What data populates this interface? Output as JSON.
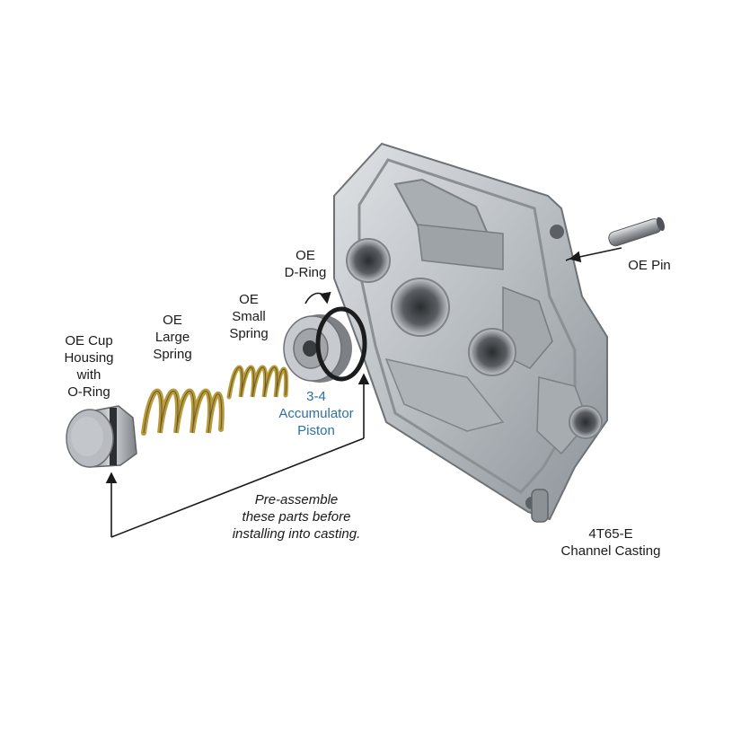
{
  "labels": {
    "cup_housing": "OE Cup\nHousing\nwith\nO-Ring",
    "large_spring": "OE\nLarge\nSpring",
    "small_spring": "OE\nSmall\nSpring",
    "d_ring": "OE\nD-Ring",
    "piston": "3-4\nAccumulator\nPiston",
    "pin": "OE Pin",
    "note": "Pre-assemble\nthese parts before\ninstalling into casting.",
    "casting": "4T65-E\nChannel Casting"
  },
  "colors": {
    "piston_label": "#2f6fa3",
    "text": "#1a1a1a",
    "spring_gold": "#b89a3a",
    "casting_gray": "#b9bec3"
  }
}
